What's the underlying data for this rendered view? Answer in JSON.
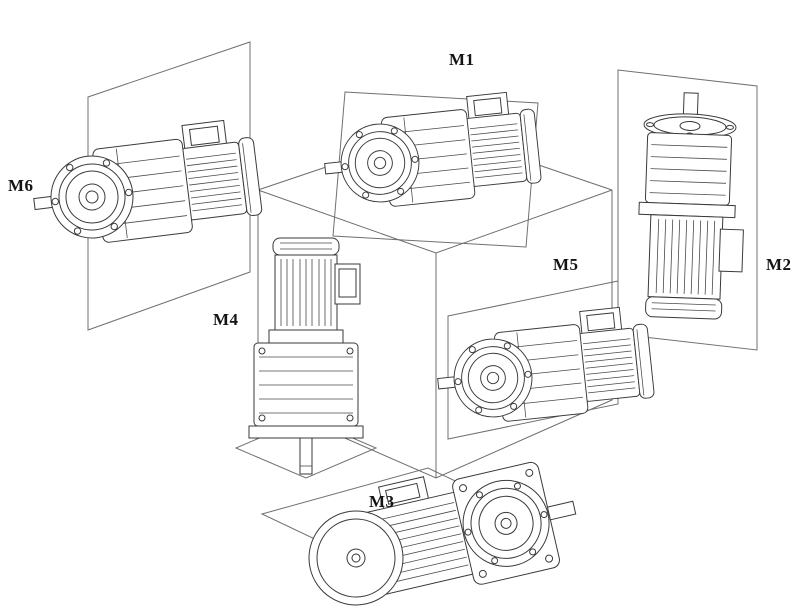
{
  "labels": {
    "m1": "M1",
    "m2": "M2",
    "m3": "M3",
    "m4": "M4",
    "m5": "M5",
    "m6": "M6"
  },
  "colors": {
    "background": "#ffffff",
    "line": "#3a3a3a",
    "secondary_line": "#6e6e6e"
  }
}
